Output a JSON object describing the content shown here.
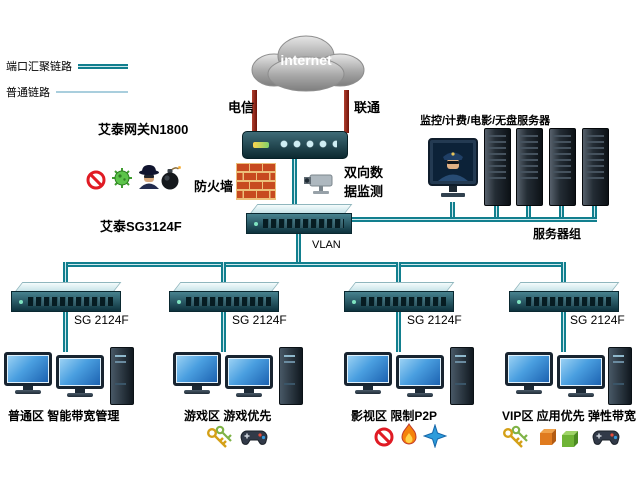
{
  "colors": {
    "trunk_line": "#127f8e",
    "normal_line": "#a9cedd",
    "wan_line": "#8e2418"
  },
  "legend": {
    "aggregated_label": "端口汇聚链路",
    "normal_label": "普通链路"
  },
  "internet": {
    "label": "internet",
    "isp_left": "电信",
    "isp_right": "联通"
  },
  "gateway": {
    "label": "艾泰网关N1800"
  },
  "security": {
    "firewall_label": "防火墙",
    "monitor_label": "双向数据监测"
  },
  "servers": {
    "caption": "监控/计费/电影/无盘服务器",
    "group_label": "服务器组"
  },
  "core": {
    "label": "艾泰SG3124F",
    "vlan_label": "VLAN"
  },
  "zones": [
    {
      "switch_label": "SG 2124F",
      "zone_label": "普通区 智能带宽管理"
    },
    {
      "switch_label": "SG 2124F",
      "zone_label": "游戏区 游戏优先"
    },
    {
      "switch_label": "SG 2124F",
      "zone_label": "影视区 限制P2P"
    },
    {
      "switch_label": "SG 2124F",
      "zone_label": "VIP区 应用优先 弹性带宽"
    }
  ],
  "icons": {
    "blocked": "no-entry-sign",
    "virus": "virus",
    "spy": "hacker",
    "bomb": "bomb",
    "firewall": "brick-wall",
    "camera": "surveillance-camera",
    "police": "police-officer-monitor",
    "server": "server-tower",
    "keys": "access-keys",
    "gamepad": "game-controller",
    "fire": "hot-app",
    "thunder": "p2p-app",
    "boxes": "app-boxes"
  }
}
